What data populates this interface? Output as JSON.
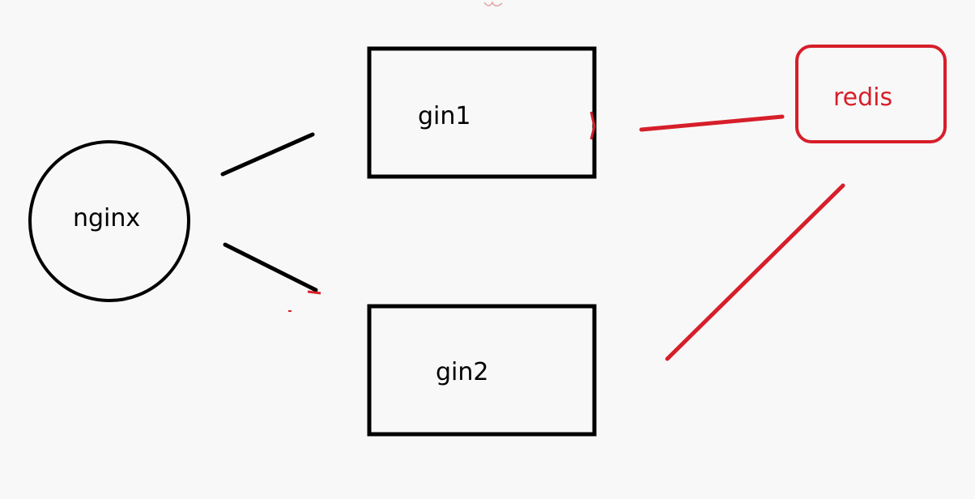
{
  "diagram": {
    "nodes": [
      {
        "id": "nginx",
        "label": "nginx",
        "shape": "circle",
        "color": "#000000"
      },
      {
        "id": "gin1",
        "label": "gin1",
        "shape": "rectangle",
        "color": "#000000"
      },
      {
        "id": "gin2",
        "label": "gin2",
        "shape": "rectangle",
        "color": "#000000"
      },
      {
        "id": "redis",
        "label": "redis",
        "shape": "rounded-rectangle",
        "color": "#d61f2a"
      }
    ],
    "edges": [
      {
        "from": "nginx",
        "to": "gin1",
        "color": "#000000"
      },
      {
        "from": "nginx",
        "to": "gin2",
        "color": "#000000"
      },
      {
        "from": "gin1",
        "to": "redis",
        "color": "#d61f2a"
      },
      {
        "from": "gin2",
        "to": "redis",
        "color": "#d61f2a"
      }
    ]
  }
}
